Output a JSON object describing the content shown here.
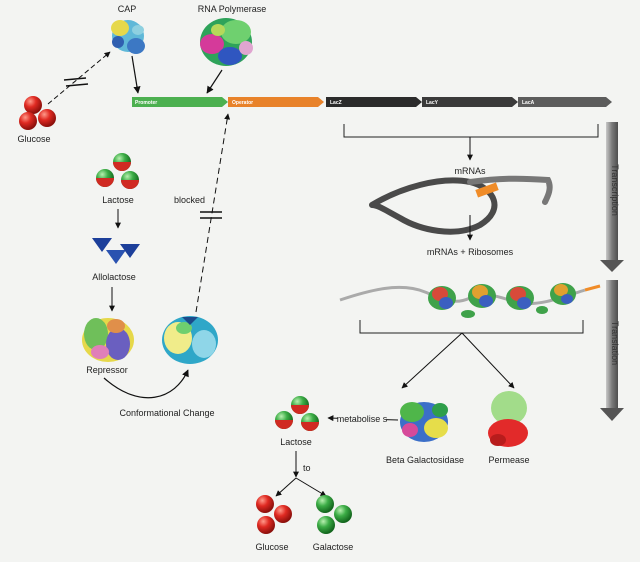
{
  "labels": {
    "cap": "CAP",
    "rna_polymerase": "RNA Polymerase",
    "glucose_top": "Glucose",
    "blocked": "blocked",
    "lactose_top": "Lactose",
    "allolactose": "Allolactose",
    "repressor": "Repressor",
    "conformational_change": "Conformational Change",
    "mrnas": "mRNAs",
    "mrnas_ribosomes": "mRNAs  + Ribosomes",
    "transcription": "Transcription",
    "translation": "Translation",
    "beta_galactosidase": "Beta Galactosidase",
    "permease": "Permease",
    "metabolises": "metabolise s",
    "lactose_bottom": "Lactose",
    "to": "to",
    "glucose_bottom": "Glucose",
    "galactose": "Galactose"
  },
  "genes": {
    "promoter": "Promoter",
    "operator": "Operator",
    "lacz": "LacZ",
    "lacy": "LacY",
    "laca": "LacA"
  },
  "colors": {
    "promoter": "#4cb050",
    "operator": "#e8822a",
    "lacz": "#2b2b2b",
    "lacy": "#3a3a3a",
    "laca": "#5c5c5c",
    "glucose_red": "#d9251d",
    "galactose_green": "#3aa64a",
    "allolactose_blue": "#1c3f9a"
  }
}
